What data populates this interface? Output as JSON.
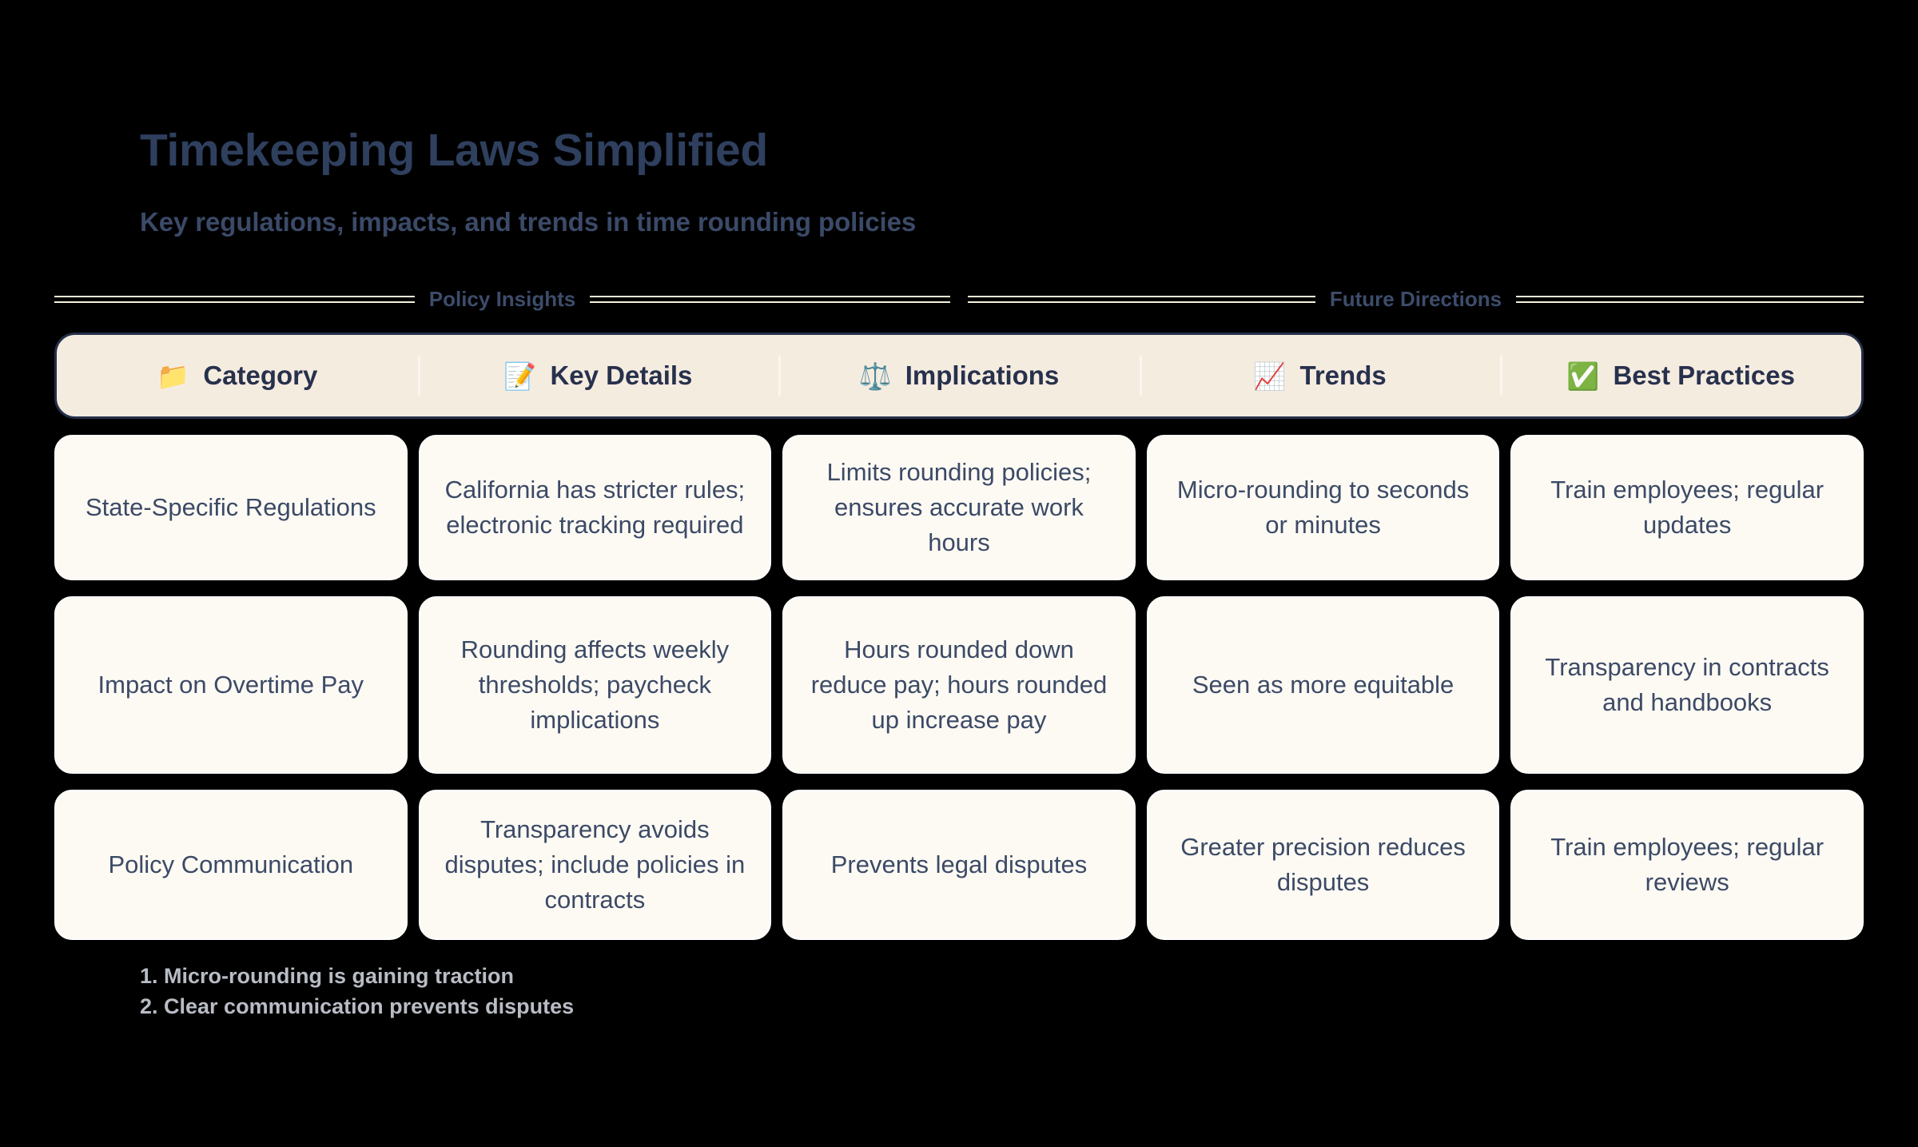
{
  "header": {
    "title": "Timekeeping Laws Simplified",
    "subtitle": "Key regulations, impacts, and trends in time rounding policies"
  },
  "sections": [
    {
      "label": "Policy Insights"
    },
    {
      "label": "Future Directions"
    }
  ],
  "table": {
    "columns": [
      {
        "icon": "📁",
        "icon_name": "folder-icon",
        "label": "Category"
      },
      {
        "icon": "📝",
        "icon_name": "memo-icon",
        "label": "Key Details"
      },
      {
        "icon": "⚖️",
        "icon_name": "balance-scale-icon",
        "label": "Implications"
      },
      {
        "icon": "📈",
        "icon_name": "chart-increasing-icon",
        "label": "Trends"
      },
      {
        "icon": "✅",
        "icon_name": "check-mark-button-icon",
        "label": "Best Practices"
      }
    ],
    "rows": [
      [
        "State-Specific Regulations",
        "California has stricter rules; electronic tracking required",
        "Limits rounding policies; ensures accurate work hours",
        "Micro-rounding to seconds or minutes",
        "Train employees; regular updates"
      ],
      [
        "Impact on Overtime Pay",
        "Rounding affects weekly thresholds; paycheck implications",
        "Hours rounded down reduce pay; hours rounded up increase pay",
        "Seen as more equitable",
        "Transparency in contracts and handbooks"
      ],
      [
        "Policy Communication",
        "Transparency avoids disputes; include policies in contracts",
        "Prevents legal disputes",
        "Greater precision reduces disputes",
        "Train employees; regular reviews"
      ]
    ]
  },
  "footnotes": [
    "1. Micro-rounding is gaining traction",
    "2. Clear communication prevents disputes"
  ],
  "colors": {
    "background": "#000000",
    "title_text": "#2f3f5e",
    "header_card_bg": "#f5ece0",
    "header_card_border": "#25304a",
    "cell_bg": "#fdfaf4",
    "cell_text": "#3c4a66",
    "rule": "#f7f3d8",
    "footnote_text": "#b8bcc4"
  }
}
